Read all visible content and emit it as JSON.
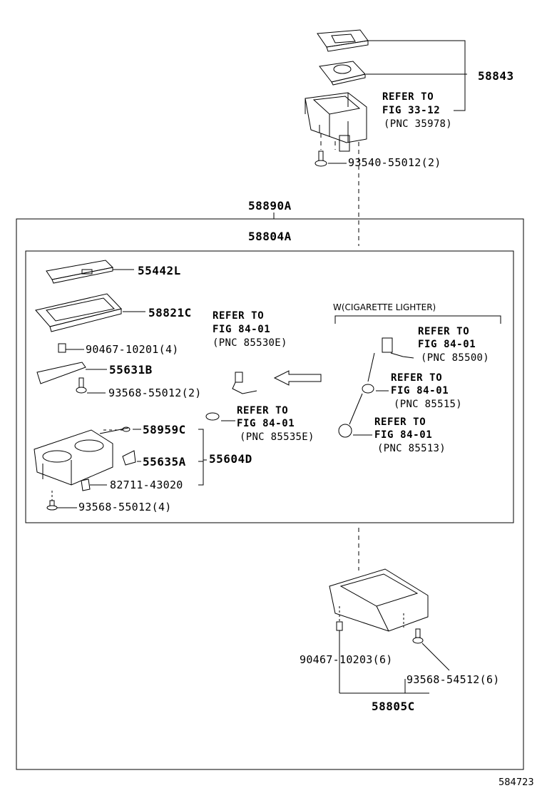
{
  "parts": {
    "p58843": "58843",
    "p93540": "93540-55012(2)",
    "p58890A": "58890A",
    "p58804A": "58804A",
    "p55442L": "55442L",
    "p58821C": "58821C",
    "p90467a": "90467-10201(4)",
    "p55631B": "55631B",
    "p93568a": "93568-55012(2)",
    "p58959C": "58959C",
    "p55635A": "55635A",
    "p55604D": "55604D",
    "p82711": "82711-43020",
    "p93568b": "93568-55012(4)",
    "p90467b": "90467-10203(6)",
    "p93568c": "93568-54512(6)",
    "p58805C": "58805C"
  },
  "refs": {
    "r1": {
      "line1": "REFER TO",
      "line2": "FIG 33-12",
      "line3": "(PNC 35978)"
    },
    "r2": {
      "line1": "REFER TO",
      "line2": "FIG 84-01",
      "line3": "(PNC 85530E)"
    },
    "r3": {
      "line1": "REFER TO",
      "line2": "FIG 84-01",
      "line3": "(PNC 85535E)"
    },
    "r4": {
      "line1": "REFER TO",
      "line2": "FIG 84-01",
      "line3": "(PNC 85500)"
    },
    "r5": {
      "line1": "REFER TO",
      "line2": "FIG 84-01",
      "line3": "(PNC 85515)"
    },
    "r6": {
      "line1": "REFER TO",
      "line2": "FIG 84-01",
      "line3": "(PNC 85513)"
    }
  },
  "variant_label": "W(CIGARETTE LIGHTER)",
  "figure_number": "584723"
}
